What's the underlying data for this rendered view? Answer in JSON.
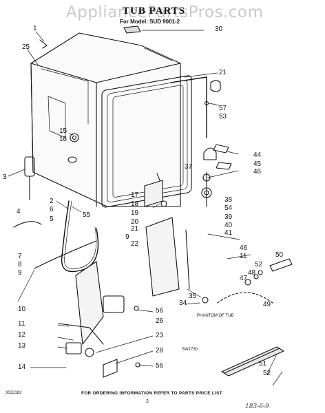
{
  "header": {
    "watermark": "AppliancePartsPros.com",
    "title": "TUB PARTS",
    "model": "For Model: SUD 9001-2"
  },
  "callouts": {
    "c1": "1",
    "c30": "30",
    "c25": "25",
    "c21a": "21",
    "c57": "57",
    "c53": "53",
    "c15": "15",
    "c16": "16",
    "c44": "44",
    "c45": "45",
    "c46a": "46",
    "c37": "37",
    "c3": "3",
    "c38": "38",
    "c2": "2",
    "c6": "6",
    "c17": "17",
    "c18": "18",
    "c54": "54",
    "c4": "4",
    "c5": "5",
    "c55": "55",
    "c19": "19",
    "c39": "39",
    "c20": "20",
    "c40": "40",
    "c21b": "21",
    "c41": "41",
    "c9a": "9",
    "c22": "22",
    "c46b": "46",
    "c7": "7",
    "c8": "8",
    "c11a": "11",
    "c50": "50",
    "c52a": "52",
    "c9b": "9",
    "c48": "48",
    "c47": "47",
    "c35": "35",
    "c10": "10",
    "c56a": "56",
    "c34": "34",
    "c26": "26",
    "c49": "49",
    "c11b": "11",
    "c12": "12",
    "c23": "23",
    "c13": "13",
    "c28": "28",
    "c51": "51",
    "c14": "14",
    "c56b": "56",
    "c52b": "52"
  },
  "labels": {
    "phantom": "PHANTOM OF TUB",
    "sw": "SW1730"
  },
  "footer": {
    "note": "FOR ORDERING INFORMATION REFER TO PARTS PRICE LIST",
    "code": "3022182",
    "page": "2",
    "handwritten": "183-6-9"
  }
}
